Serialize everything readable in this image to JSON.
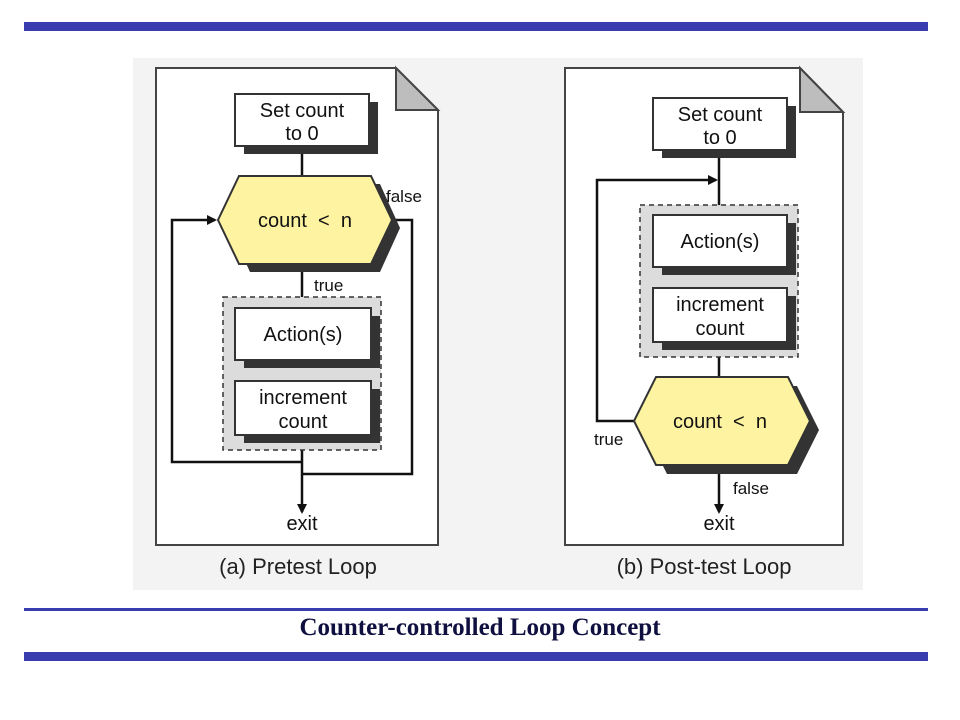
{
  "caption": "Counter-controlled Loop Concept",
  "colors": {
    "accent_bar": "#3a3db0",
    "decision_fill": "#fdf3a0",
    "dashed_group_fill": "#dcdcdc",
    "shadow": "#333333"
  },
  "pretest": {
    "label": "(a) Pretest Loop",
    "init_line1": "Set count",
    "init_line2": "to 0",
    "condition": "count  <  n",
    "false_label": "false",
    "true_label": "true",
    "action": "Action(s)",
    "increment_line1": "increment",
    "increment_line2": "count",
    "exit_label": "exit"
  },
  "posttest": {
    "label": "(b) Post-test Loop",
    "init_line1": "Set count",
    "init_line2": "to 0",
    "action": "Action(s)",
    "increment_line1": "increment",
    "increment_line2": "count",
    "condition": "count  <  n",
    "true_label": "true",
    "false_label": "false",
    "exit_label": "exit"
  }
}
